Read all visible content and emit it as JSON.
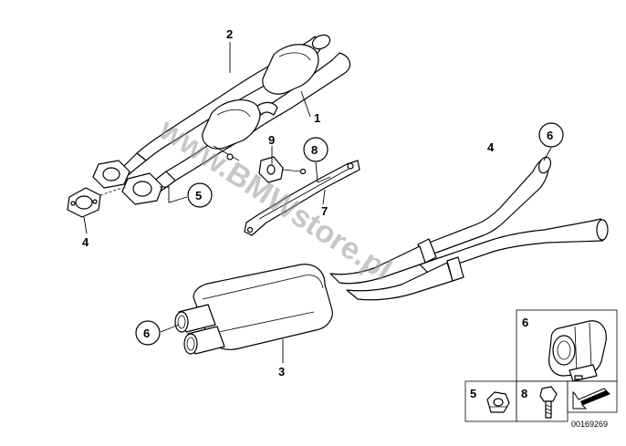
{
  "diagram": {
    "callouts": {
      "c1": "1",
      "c2": "2",
      "c3": "3",
      "c4_left": "4",
      "c4_right": "4",
      "c5_circle": "5",
      "c6_tailpipe": "6",
      "c6_pipe": "6",
      "c7": "7",
      "c8_circle": "8",
      "c9": "9"
    },
    "legend": {
      "clamp_label": "6",
      "nut_label": "5",
      "bolt_label": "8"
    },
    "watermark": "www.BMWstore.pl",
    "reference_number": "00169269"
  }
}
